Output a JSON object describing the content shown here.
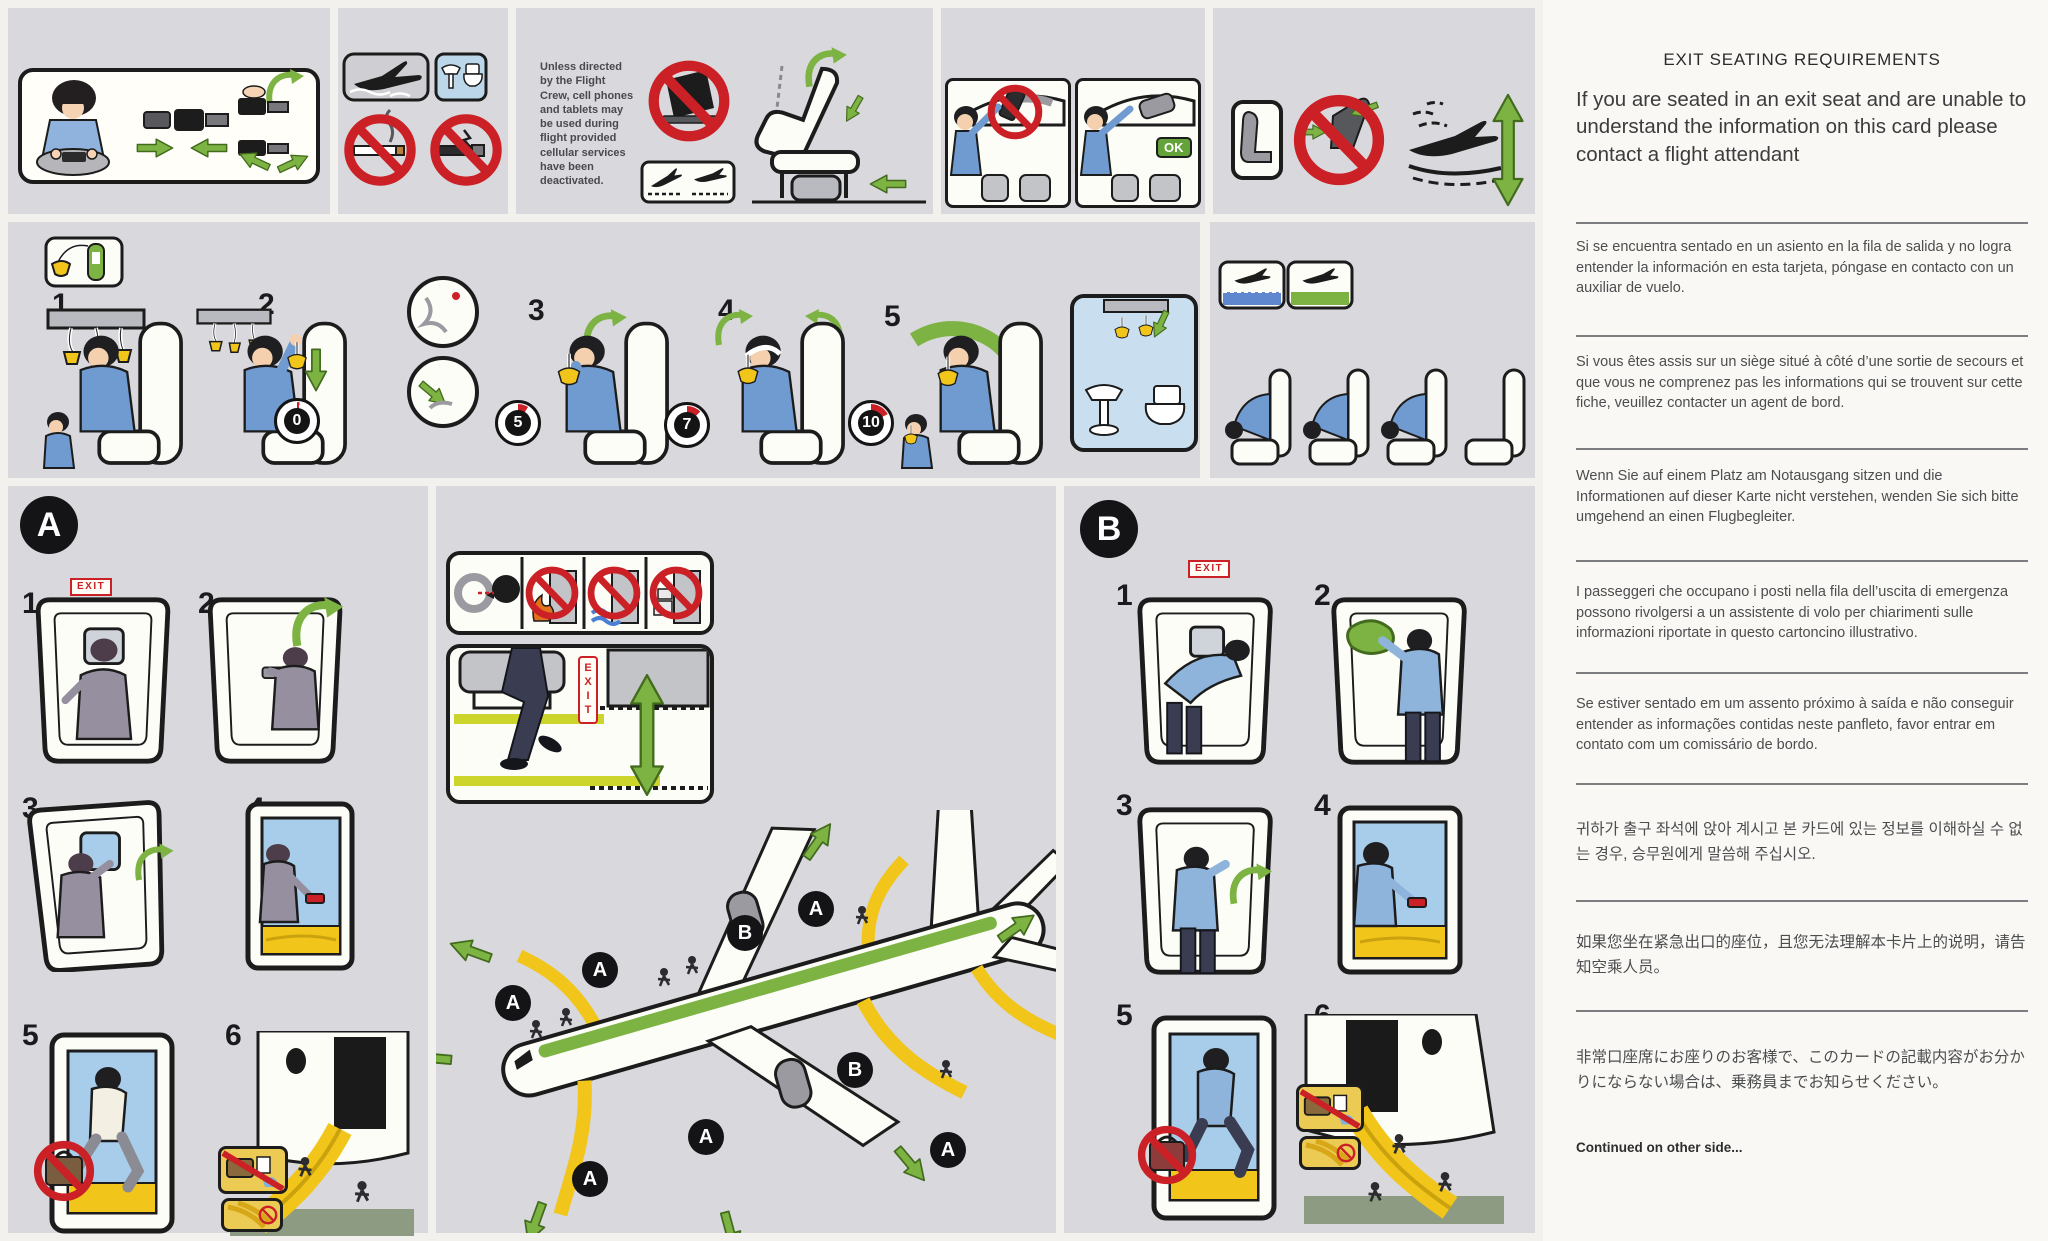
{
  "colors": {
    "prohibition_red": "#cb2026",
    "safety_green": "#7cb342",
    "slide_yellow": "#f2c51b",
    "exit_red": "#cc2127",
    "panel_gray": "#d8d8dd"
  },
  "top": {
    "note": "Unless directed by the Flight Crew, cell phones and tablets may be used during flight provided cellular services have been deactivated.",
    "ok": "OK"
  },
  "oxygen": {
    "steps": [
      "1",
      "2",
      "3",
      "4",
      "5"
    ],
    "timers": [
      "0",
      "5",
      "7",
      "10"
    ]
  },
  "section_a": {
    "badge": "A",
    "exit_sign": "EXIT",
    "steps": [
      "1",
      "2",
      "3",
      "4",
      "5",
      "6"
    ]
  },
  "section_b": {
    "badge": "B",
    "exit_sign": "EXIT",
    "steps": [
      "1",
      "2",
      "3",
      "4",
      "5",
      "6"
    ]
  },
  "corridor": {
    "exit_vertical": "EXIT"
  },
  "diagram": {
    "badge_a": "A",
    "badge_b": "B"
  },
  "sidebar": {
    "title": "EXIT SEATING REQUIREMENTS",
    "en": "If you are seated in an exit seat and are unable to understand the information on this card please contact a flight attendant",
    "es": "Si se encuentra sentado en un asiento en la fila de salida y no logra entender la información en esta tarjeta, póngase en contacto con un auxiliar de vuelo.",
    "fr": "Si vous êtes assis sur un siège situé à côté d’une sortie de secours et que vous ne comprenez pas les informations qui se trouvent sur cette fiche, veuillez contacter un agent de bord.",
    "de": "Wenn Sie auf einem Platz am Notausgang sitzen und die Informationen auf dieser Karte nicht verstehen, wenden Sie sich bitte umgehend an einen Flugbegleiter.",
    "it": "I passeggeri che occupano i posti nella fila dell’uscita di emergenza possono rivolgersi a un assistente di volo per chiarimenti sulle informazioni riportate in questo cartoncino illustrativo.",
    "pt": "Se estiver sentado em um assento próximo à saída e não conseguir entender as informações contidas neste panfleto, favor entrar em contato com um comissário de bordo.",
    "ko": "귀하가 출구 좌석에 앉아 계시고 본 카드에 있는 정보를 이해하실 수 없는 경우, 승무원에게 말씀해 주십시오.",
    "zh": "如果您坐在紧急出口的座位，且您无法理解本卡片上的说明，请告知空乘人员。",
    "ja": "非常口座席にお座りのお客様で、このカードの記載内容がお分かりにならない場合は、乗務員までお知らせください。",
    "footer": "Continued on other side..."
  }
}
